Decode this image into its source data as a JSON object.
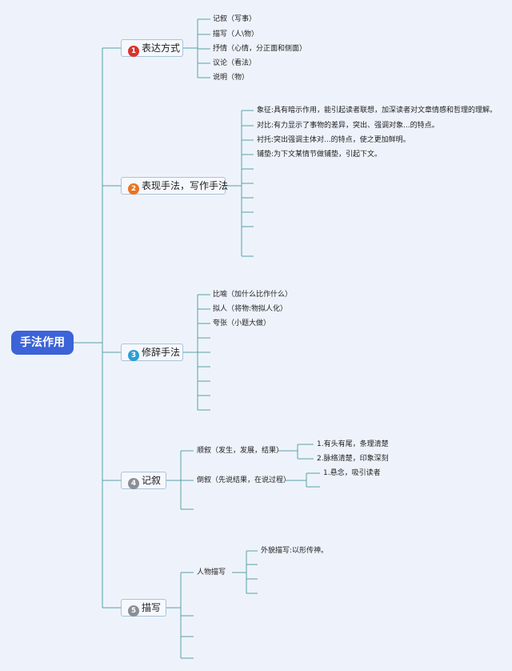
{
  "root": {
    "label": "手法作用"
  },
  "branches": [
    {
      "badge": "1",
      "label": "表达方式",
      "badge_color": "#d9342b",
      "leaves": [
        "记叙（写事）",
        "描写（人\\物）",
        "抒情（心情，分正面和侧面）",
        "议论（看法）",
        "说明（物）"
      ]
    },
    {
      "badge": "2",
      "label": "表现手法，写作手法",
      "badge_color": "#e8741f",
      "leaves": [
        "象征:具有暗示作用，能引起读者联想，加深读者对文章情感和哲理的理解。",
        "对比:有力显示了事物的差异，突出、强调对象...的特点。",
        "衬托:突出强调主体对...的特点，使之更加鲜明。",
        "铺垫:为下文某情节做铺垫，引起下文。"
      ]
    },
    {
      "badge": "3",
      "label": "修辞手法",
      "badge_color": "#2a9fd6",
      "leaves": [
        "比喻（加什么比作什么）",
        "拟人（将物:物拟人化）",
        "夸张（小题大做）"
      ]
    },
    {
      "badge": "4",
      "label": "记叙",
      "badge_color": "#8a8f96",
      "leaves": [
        {
          "label": "顺叙（发生，发展，结果）",
          "children": [
            "1.有头有尾，条理清楚",
            "2.脉络清楚，印象深刻"
          ]
        },
        {
          "label": "倒叙（先说结果，在说过程）",
          "children": [
            "1.悬念，吸引读者"
          ]
        }
      ]
    },
    {
      "badge": "5",
      "label": "描写",
      "badge_color": "#8a8f96",
      "leaves": [
        {
          "label": "人物描写",
          "children": [
            "外貌描写:以形传神。"
          ]
        }
      ]
    }
  ]
}
